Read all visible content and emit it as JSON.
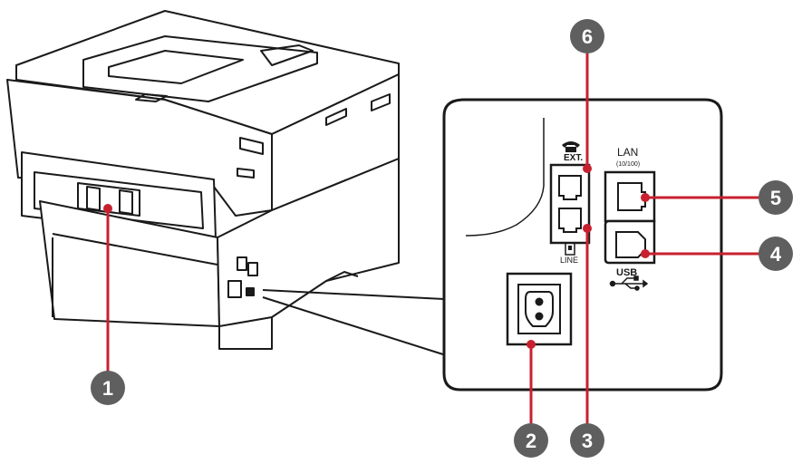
{
  "callouts": [
    {
      "number": "1"
    },
    {
      "number": "2"
    },
    {
      "number": "3"
    },
    {
      "number": "4"
    },
    {
      "number": "5"
    },
    {
      "number": "6"
    }
  ],
  "port_labels": {
    "ext": "EXT.",
    "line": "LINE",
    "lan": "LAN",
    "lan_speed": "(10/100)",
    "usb": "USB"
  },
  "icons": {
    "ext": "telephone-icon",
    "line": "wall-jack-icon",
    "usb": "usb-trident-icon"
  },
  "colors": {
    "leader_line": "#c8202f",
    "callout_circle": "#5f5f5f",
    "outline": "#1a1a1a"
  }
}
